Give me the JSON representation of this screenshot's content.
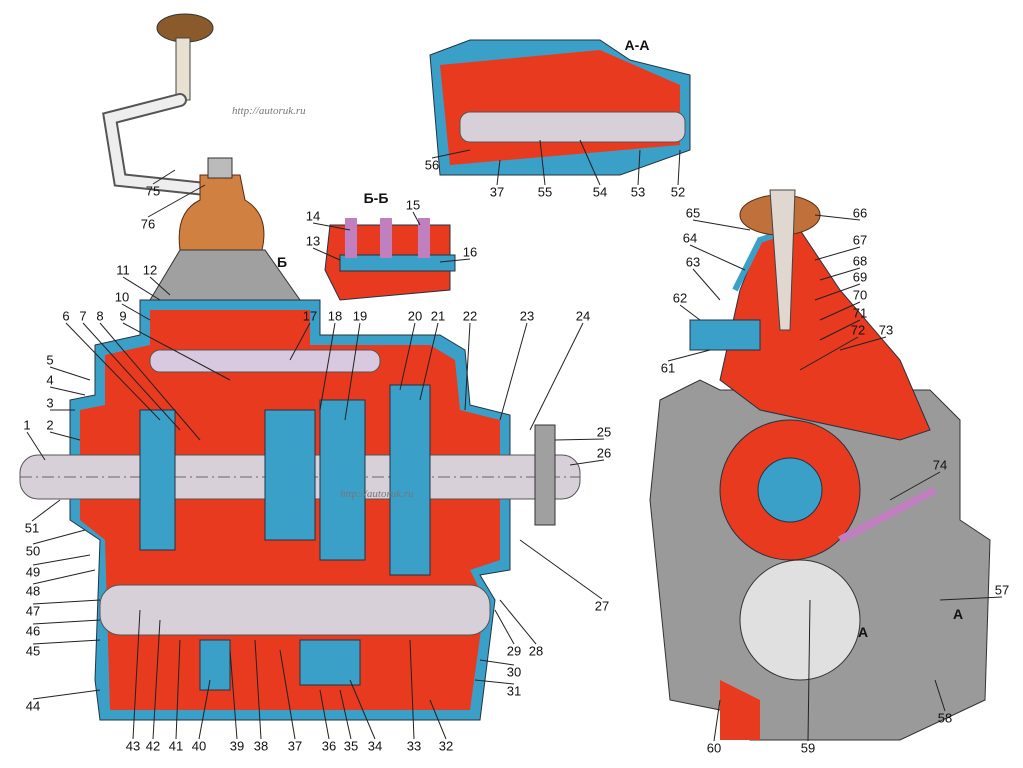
{
  "watermark": "http://autoruk.ru",
  "section_labels": {
    "aa": "А-А",
    "bb": "Б-Б",
    "b_arrow": "Б",
    "a_arrow_1": "А",
    "a_arrow_2": "А"
  },
  "callouts": [
    "1",
    "2",
    "3",
    "4",
    "5",
    "6",
    "7",
    "8",
    "9",
    "10",
    "11",
    "12",
    "13",
    "14",
    "15",
    "16",
    "17",
    "18",
    "19",
    "20",
    "21",
    "22",
    "23",
    "24",
    "25",
    "26",
    "27",
    "28",
    "29",
    "30",
    "31",
    "32",
    "33",
    "34",
    "35",
    "36",
    "37",
    "38",
    "39",
    "40",
    "41",
    "42",
    "43",
    "44",
    "45",
    "46",
    "47",
    "48",
    "49",
    "50",
    "51",
    "52",
    "53",
    "54",
    "55",
    "56",
    "37",
    "57",
    "58",
    "59",
    "60",
    "61",
    "62",
    "63",
    "64",
    "65",
    "66",
    "67",
    "68",
    "69",
    "70",
    "71",
    "72",
    "73",
    "74",
    "75",
    "76"
  ],
  "colors": {
    "housing": "#e83a1e",
    "casing_outline": "#3aa0c8",
    "shaft": "#d8d0d8",
    "gray_cover": "#9a9a9a",
    "boot": "#c0703a"
  }
}
